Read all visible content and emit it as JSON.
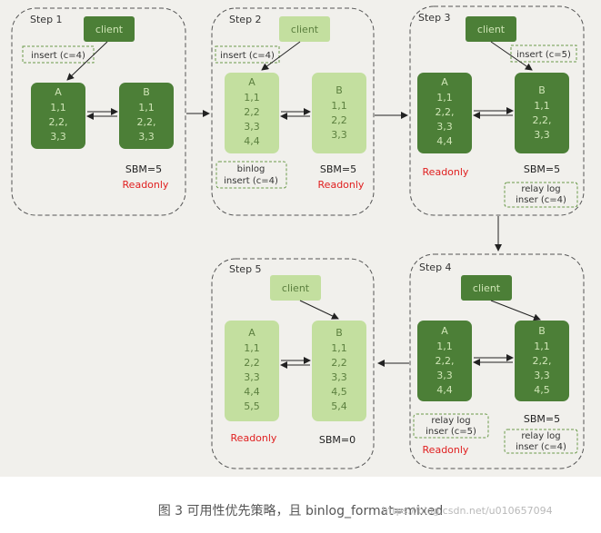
{
  "colors": {
    "dark_green": "#4c7f37",
    "light_green": "#c3df9f",
    "dark_text": "#cfe5b6",
    "light_text": "#5b7f3e",
    "readonly": "#e02020",
    "frame": "#555555",
    "background": "#f1f0ec"
  },
  "caption": "图 3 可用性优先策略，且 binlog_format=mixed",
  "watermark": "https://blog.csdn.net/u010657094",
  "steps": [
    {
      "label": "Step 1",
      "client": "client",
      "note": "insert (c=4)",
      "a_title": "A",
      "a_rows": [
        "1,1",
        "2,2,",
        "3,3"
      ],
      "b_title": "B",
      "b_rows": [
        "1,1",
        "2,2,",
        "3,3"
      ],
      "sbm": "SBM=5",
      "readonly": "Readonly"
    },
    {
      "label": "Step 2",
      "client": "client",
      "note": "insert (c=4)",
      "a_title": "A",
      "a_rows": [
        "1,1",
        "2,2",
        "3,3",
        "4,4"
      ],
      "b_title": "B",
      "b_rows": [
        "1,1",
        "2,2",
        "3,3"
      ],
      "log_line1": "binlog",
      "log_line2": "insert (c=4)",
      "sbm": "SBM=5",
      "readonly": "Readonly"
    },
    {
      "label": "Step 3",
      "client": "client",
      "note": "insert (c=5)",
      "a_title": "A",
      "a_rows": [
        "1,1",
        "2,2,",
        "3,3",
        "4,4"
      ],
      "b_title": "B",
      "b_rows": [
        "1,1",
        "2,2,",
        "3,3"
      ],
      "readonly": "Readonly",
      "sbm": "SBM=5",
      "log_line1": "relay log",
      "log_line2": "inser (c=4)"
    },
    {
      "label": "Step 4",
      "client": "client",
      "a_title": "A",
      "a_rows": [
        "1,1",
        "2,2,",
        "3,3",
        "4,4"
      ],
      "b_title": "B",
      "b_rows": [
        "1,1",
        "2,2,",
        "3,3",
        "4,5"
      ],
      "a_log_line1": "relay log",
      "a_log_line2": "inser (c=5)",
      "readonly": "Readonly",
      "sbm": "SBM=5",
      "log_line1": "relay log",
      "log_line2": "inser (c=4)"
    },
    {
      "label": "Step 5",
      "client": "client",
      "a_title": "A",
      "a_rows": [
        "1,1",
        "2,2",
        "3,3",
        "4,4",
        "5,5"
      ],
      "b_title": "B",
      "b_rows": [
        "1,1",
        "2,2",
        "3,3",
        "4,5",
        "5,4"
      ],
      "readonly": "Readonly",
      "sbm": "SBM=0"
    }
  ]
}
